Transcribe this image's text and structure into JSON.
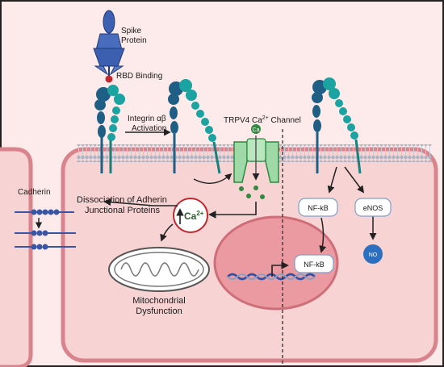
{
  "labels": {
    "spike_line1": "Spike",
    "spike_line2": "Protein",
    "rbd_binding": "RBD Binding",
    "integrin_line1": "Integrin αβ",
    "integrin_line2": "Activation",
    "trpv4_prefix": "TRPV4 Ca",
    "trpv4_sup": "2+",
    "trpv4_suffix": " Channel",
    "ca_ion": "Ca",
    "cadherin": "Cadherin",
    "dissociation_line1": "Dissociation of Adherin",
    "dissociation_line2": "Junctional Proteins",
    "ca_main": "Ca",
    "ca_main_sup": "2+",
    "mito_line1": "Mitochondrial",
    "mito_line2": "Dysfunction",
    "nfkb_cyto": "NF-kB",
    "nfkb_nucleus": "NF-kB",
    "enos": "eNOS",
    "no": "NO"
  },
  "colors": {
    "outline": "#222222",
    "outer_bg": "#fbe2e2",
    "cell_fill": "#f7d3d3",
    "cell_stroke": "#d9848c",
    "nucleus_fill": "#ea9aa0",
    "nucleus_stroke": "#cf6e78",
    "spike_blue": "#3c5fb0",
    "integrin_dark": "#1f5f86",
    "integrin_teal": "#1aa3a0",
    "channel_green": "#9ed9a7",
    "channel_dark": "#2d8a3f",
    "ca_red": "#c0282d",
    "cadherin_blue": "#3956a6",
    "no_blue": "#2c6fc0"
  },
  "icons": [
    "spike-protein-icon",
    "integrin-icon",
    "trpv4-channel-icon",
    "calcium-ion-icon",
    "mitochondrion-icon",
    "nucleus-icon",
    "dna-icon",
    "cadherin-icon"
  ]
}
